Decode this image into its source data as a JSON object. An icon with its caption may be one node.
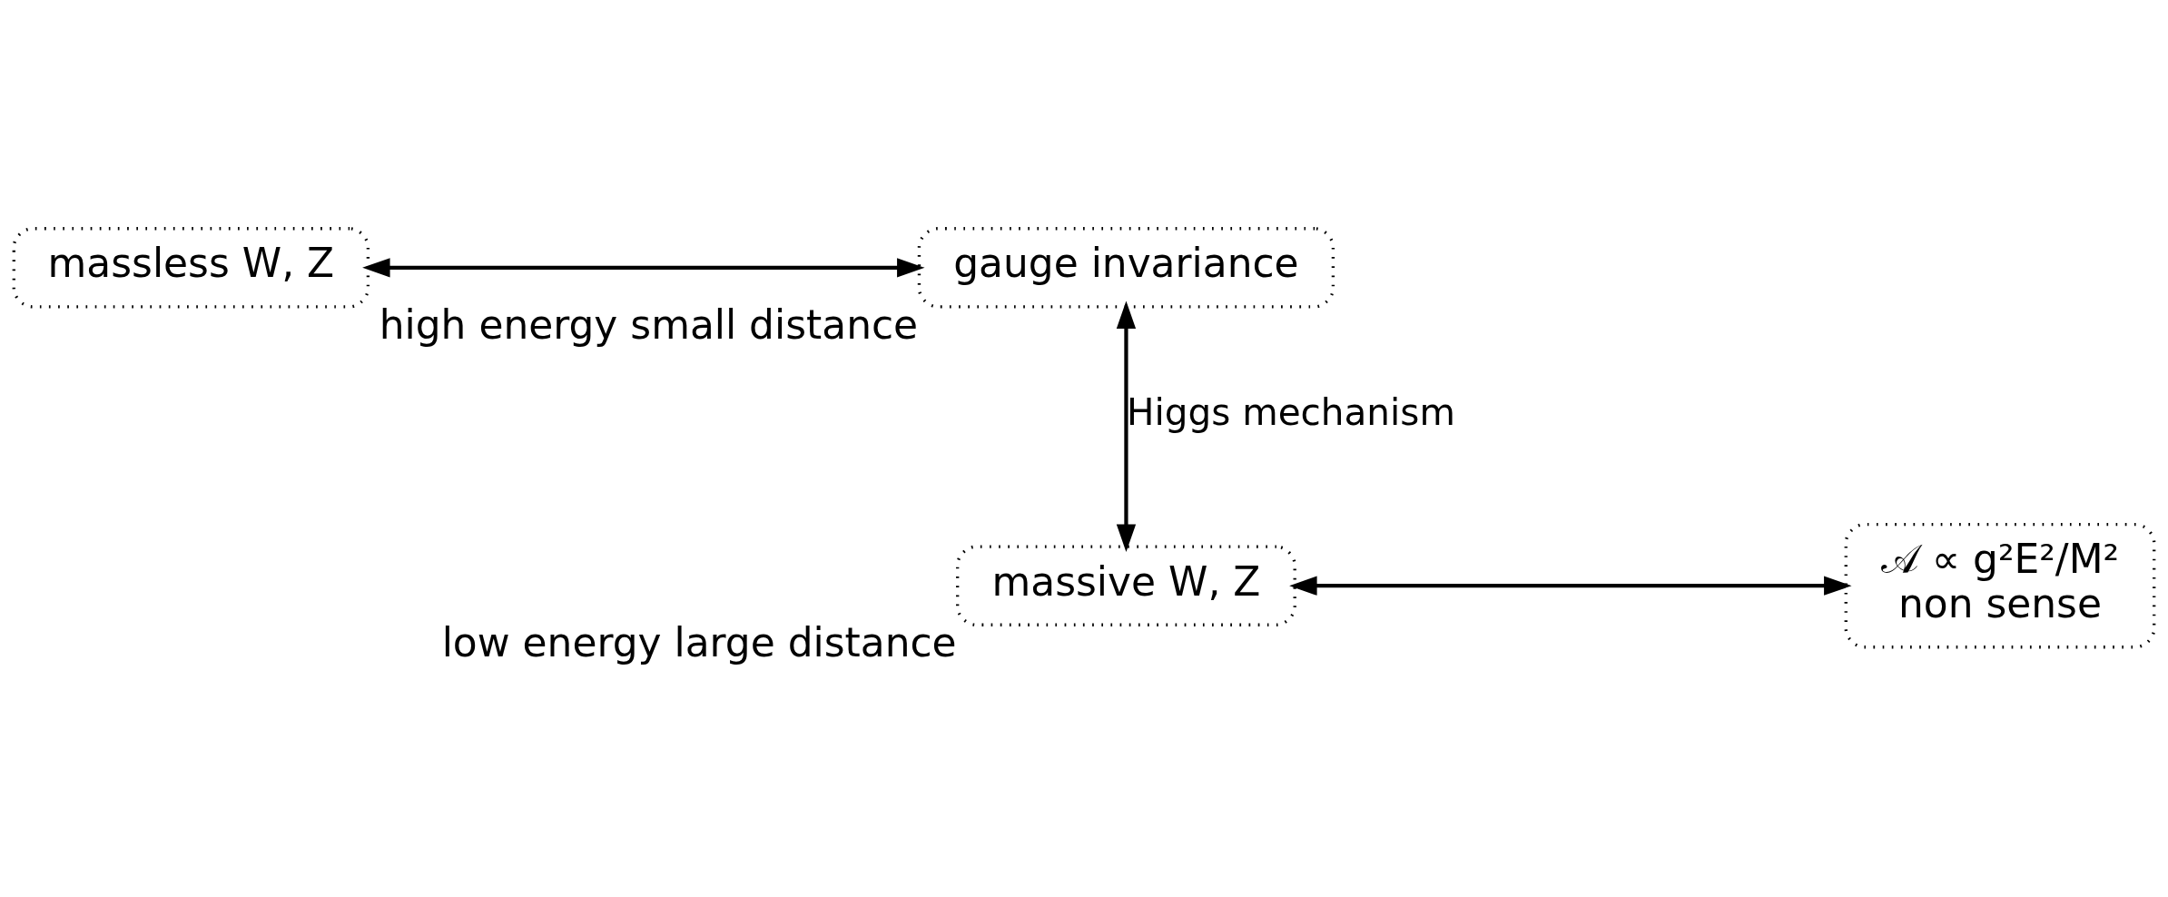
{
  "diagram": {
    "nodes": [
      {
        "text": [
          "massless W, Z"
        ]
      },
      {
        "text": [
          "gauge invariance"
        ],
        "beside": [
          "high energy small distance"
        ]
      },
      {
        "text": [
          "massive W, Z"
        ],
        "beside": [
          "low energy large distance"
        ]
      },
      {
        "text": [
          "𝒜 ∝ g²E²/M²",
          "non sense"
        ]
      }
    ],
    "edges": [
      {
        "from": 0,
        "to": 1,
        "arrow": "both"
      },
      {
        "from": 2,
        "to": 1,
        "arrow": "both",
        "label": "Higgs mechanism"
      },
      {
        "from": 2,
        "to": 3,
        "arrow": "both"
      }
    ]
  }
}
